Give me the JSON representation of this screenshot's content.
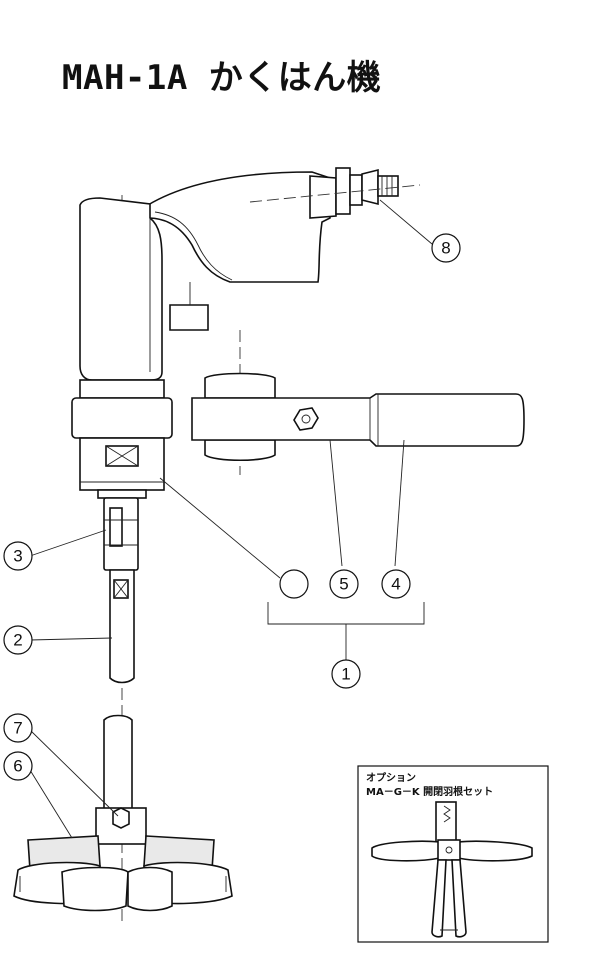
{
  "title": "MAH-1A かくはん機",
  "callouts": [
    {
      "id": "8",
      "label": "8"
    },
    {
      "id": "3",
      "label": "3"
    },
    {
      "id": "2",
      "label": "2"
    },
    {
      "id": "5",
      "label": "5"
    },
    {
      "id": "4",
      "label": "4"
    },
    {
      "id": "blank",
      "label": ""
    },
    {
      "id": "1",
      "label": "1"
    },
    {
      "id": "7",
      "label": "7"
    },
    {
      "id": "6",
      "label": "6"
    }
  ],
  "option_box": {
    "line1": "オプション",
    "line2": "MA－G－K 開閉羽根セット"
  }
}
